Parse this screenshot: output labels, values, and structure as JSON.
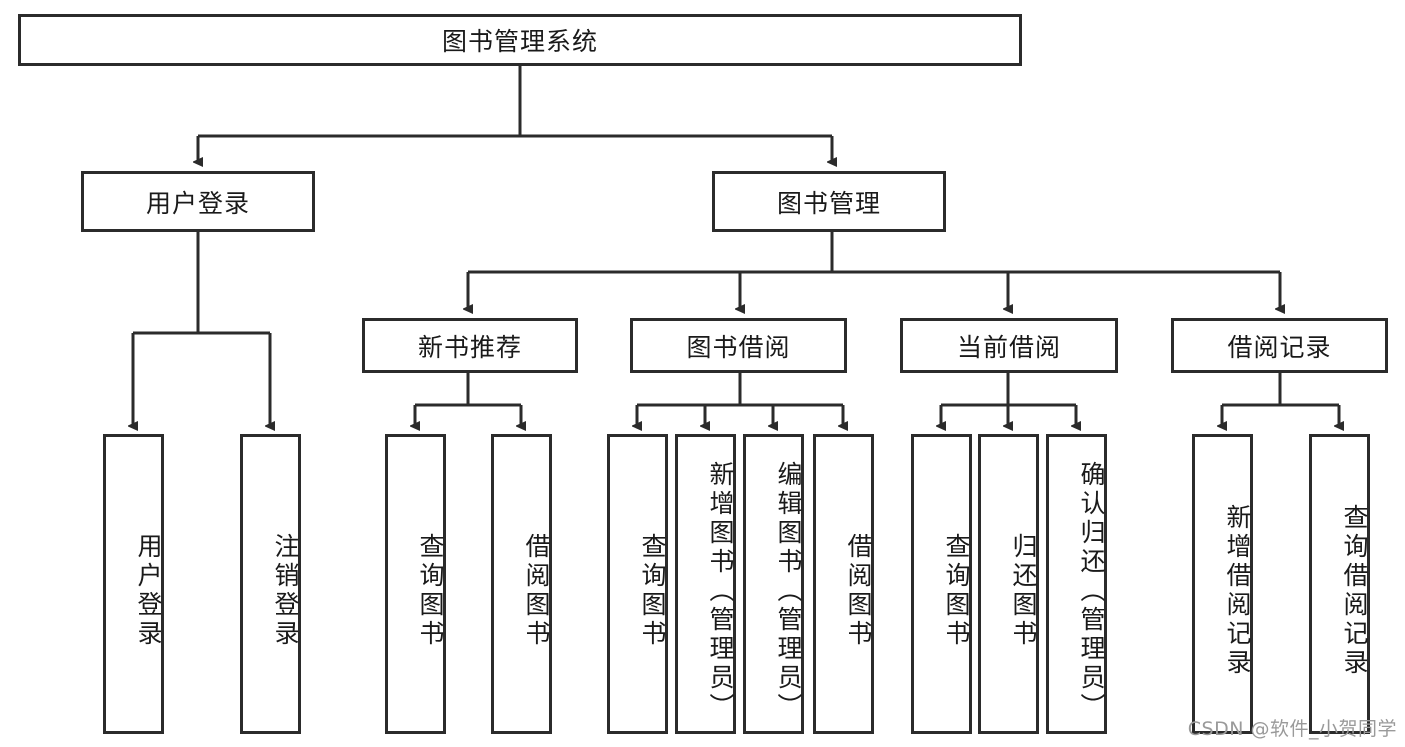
{
  "diagram": {
    "type": "hierarchy-tree",
    "root": {
      "id": "root",
      "label": "图书管理系统"
    },
    "level2": [
      {
        "id": "user-login",
        "label": "用户登录"
      },
      {
        "id": "book-manage",
        "label": "图书管理"
      }
    ],
    "level3": [
      {
        "id": "new-book-rec",
        "label": "新书推荐",
        "parent": "book-manage"
      },
      {
        "id": "book-borrow",
        "label": "图书借阅",
        "parent": "book-manage"
      },
      {
        "id": "current-borrow",
        "label": "当前借阅",
        "parent": "book-manage"
      },
      {
        "id": "borrow-record",
        "label": "借阅记录",
        "parent": "book-manage"
      }
    ],
    "leaves": {
      "user_login": [
        {
          "id": "leaf-user-login",
          "label": "用户登录"
        },
        {
          "id": "leaf-user-logout",
          "label": "注销登录"
        }
      ],
      "new_book_rec": [
        {
          "id": "leaf-query-book-1",
          "label": "查询图书"
        },
        {
          "id": "leaf-borrow-book-1",
          "label": "借阅图书"
        }
      ],
      "book_borrow": [
        {
          "id": "leaf-query-book-2",
          "label": "查询图书"
        },
        {
          "id": "leaf-add-book",
          "label": "新增图书（管理员）"
        },
        {
          "id": "leaf-edit-book",
          "label": "编辑图书（管理员）"
        },
        {
          "id": "leaf-borrow-book-2",
          "label": "借阅图书"
        }
      ],
      "current_borrow": [
        {
          "id": "leaf-query-book-3",
          "label": "查询图书"
        },
        {
          "id": "leaf-return-book",
          "label": "归还图书"
        },
        {
          "id": "leaf-confirm-return",
          "label": "确认归还（管理员）"
        }
      ],
      "borrow_record": [
        {
          "id": "leaf-add-record",
          "label": "新增借阅记录"
        },
        {
          "id": "leaf-query-record",
          "label": "查询借阅记录"
        }
      ]
    },
    "style": {
      "border_color": "#2b2b2b",
      "text_color": "#1a1a1a",
      "background": "#ffffff",
      "edge_color": "#2b2b2b"
    }
  },
  "watermark": {
    "text": "CSDN @软件_小贺同学",
    "color": "#9a9a9a"
  }
}
